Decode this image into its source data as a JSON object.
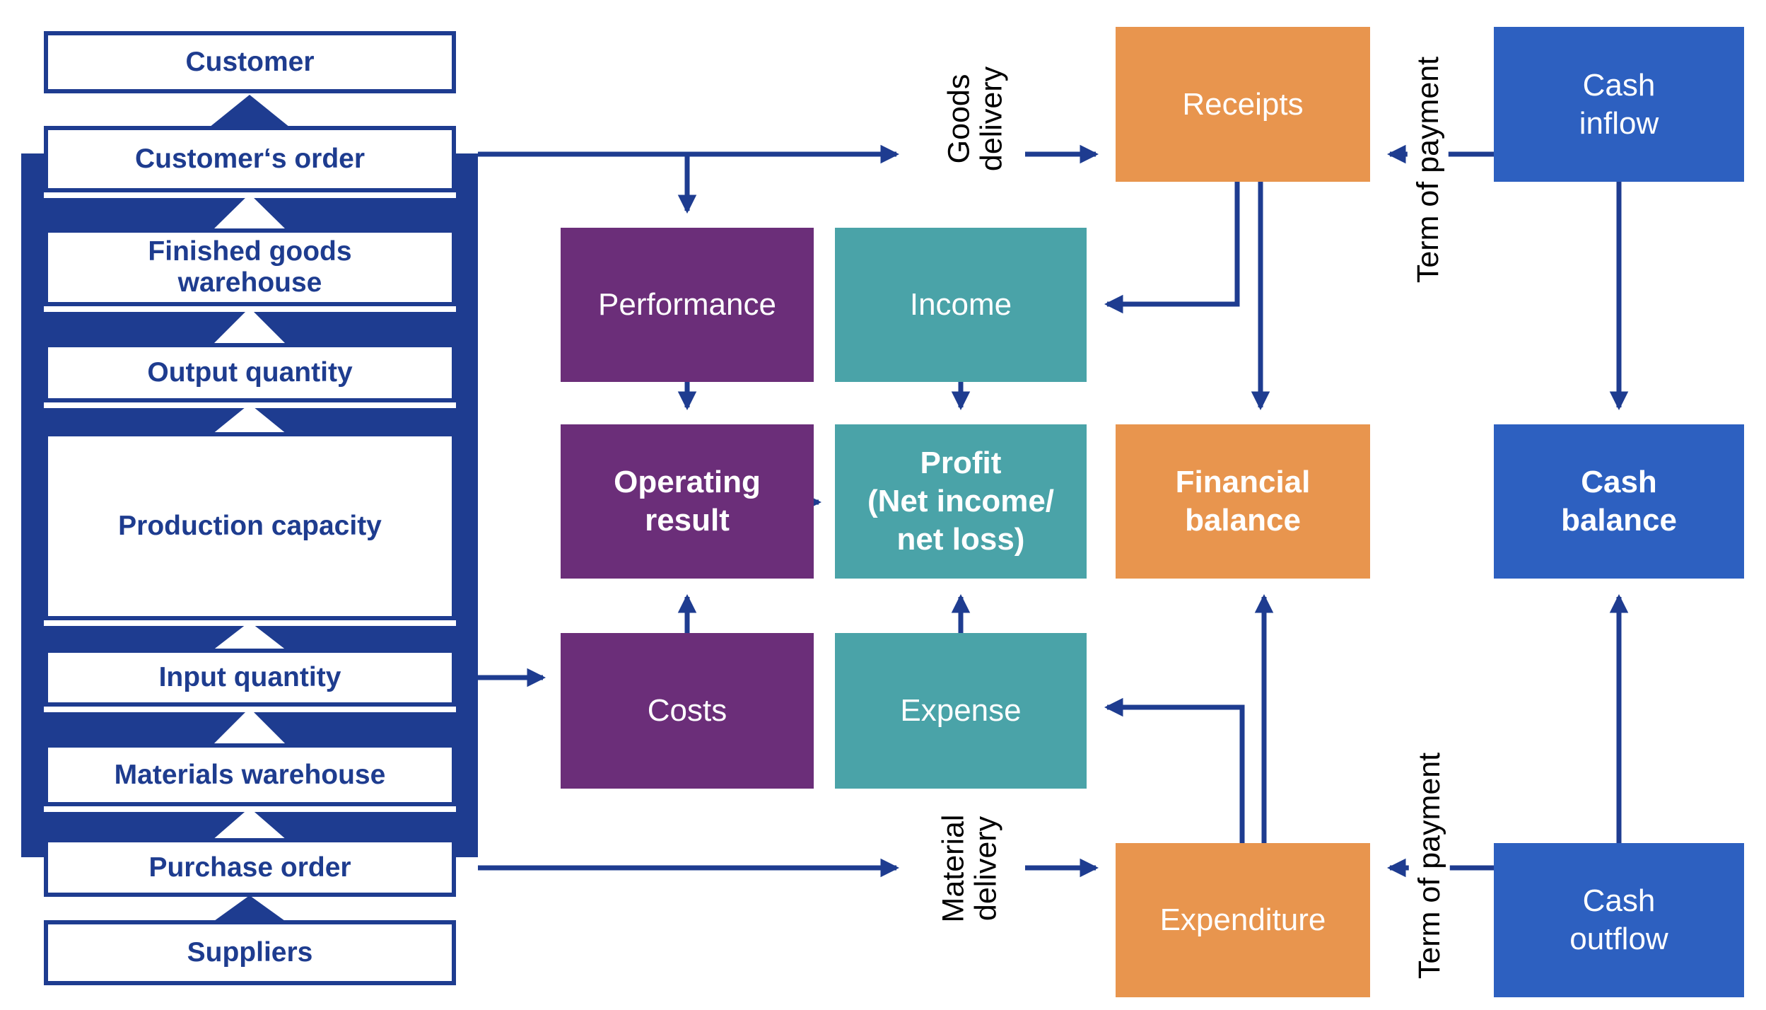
{
  "diagram": {
    "title_hint": "Goods, performance and payment flow diagram",
    "colors": {
      "navy": "#1e3c90",
      "purple": "#6b2e79",
      "teal": "#4aa3a8",
      "orange": "#e8954e",
      "blue": "#2d60c0",
      "leftText": "#1e3c8f",
      "boxText": "#ffffff",
      "ink": "#000000",
      "background": "#ffffff"
    },
    "left_flow": {
      "items": [
        {
          "label": "Customer"
        },
        {
          "label": "Customer‘s order"
        },
        {
          "label": "Finished goods\nwarehouse"
        },
        {
          "label": "Output quantity"
        },
        {
          "label": "Production capacity"
        },
        {
          "label": "Input quantity"
        },
        {
          "label": "Materials warehouse"
        },
        {
          "label": "Purchase order"
        },
        {
          "label": "Suppliers"
        }
      ]
    },
    "nodes": {
      "performance": {
        "label": "Performance"
      },
      "operating_result": {
        "label": "Operating\nresult"
      },
      "costs": {
        "label": "Costs"
      },
      "income": {
        "label": "Income"
      },
      "profit": {
        "label": "Profit\n(Net income/\nnet loss)"
      },
      "expense": {
        "label": "Expense"
      },
      "receipts": {
        "label": "Receipts"
      },
      "financial_balance": {
        "label": "Financial\nbalance"
      },
      "expenditure": {
        "label": "Expenditure"
      },
      "cash_inflow": {
        "label": "Cash\ninflow"
      },
      "cash_balance": {
        "label": "Cash\nbalance"
      },
      "cash_outflow": {
        "label": "Cash\noutflow"
      }
    },
    "edge_labels": {
      "goods_delivery": "Goods\ndelivery",
      "term_of_payment_top": "Term of payment",
      "material_delivery": "Material\ndelivery",
      "term_of_payment_bottom": "Term of payment"
    }
  }
}
